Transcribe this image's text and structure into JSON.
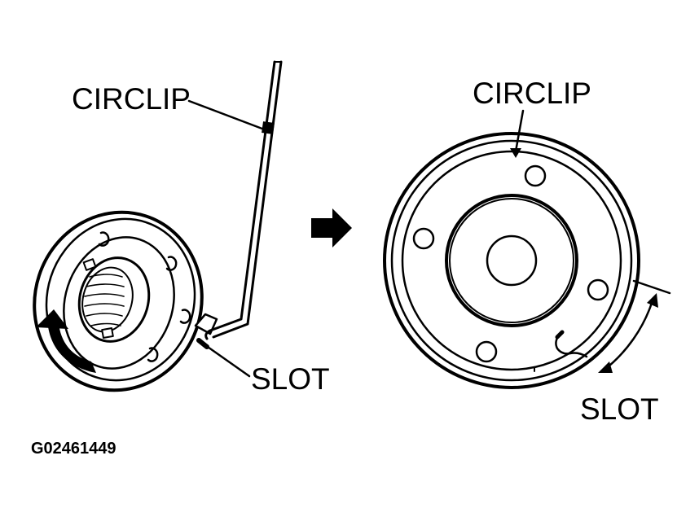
{
  "labels": {
    "circlip_left": "CIRCLIP",
    "slot_left": "SLOT",
    "circlip_right": "CIRCLIP",
    "slot_right": "SLOT",
    "figure_id": "G02461449"
  },
  "colors": {
    "ink": "#000000",
    "paper": "#ffffff"
  },
  "icons": {
    "transition_arrow": "right-arrow-icon",
    "rotation_arrow": "curved-arrow-icon"
  }
}
